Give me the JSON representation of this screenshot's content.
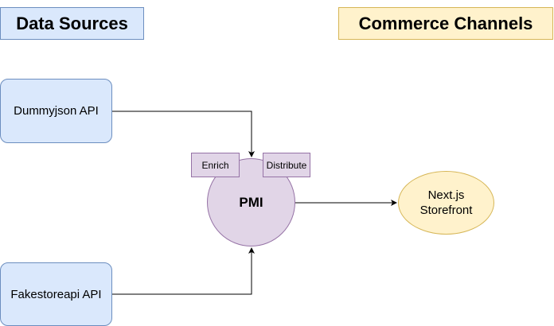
{
  "headers": {
    "sources": "Data Sources",
    "channels": "Commerce Channels"
  },
  "sources": {
    "dummyjson": "Dummyjson API",
    "fakestore": "Fakestoreapi API"
  },
  "hub": {
    "label": "PMI",
    "tags": {
      "enrich": "Enrich",
      "distribute": "Distribute"
    }
  },
  "channels": {
    "storefront_line1": "Next.js",
    "storefront_line2": "Storefront"
  },
  "colors": {
    "source_fill": "#dae8fc",
    "source_stroke": "#6c8ebf",
    "hub_fill": "#e1d5e7",
    "hub_stroke": "#9673a6",
    "channel_fill": "#fff2cc",
    "channel_stroke": "#d6b656",
    "connector": "#000000"
  }
}
